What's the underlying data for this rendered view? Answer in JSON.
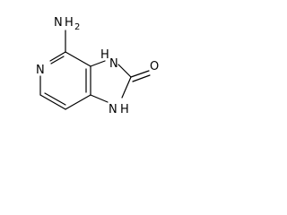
{
  "molecule": {
    "atoms": {
      "amine_n": "N",
      "amine_h2": "H",
      "amine_sub": "2",
      "ring_n_pyridine": "N",
      "ring_nh_top": "N",
      "ring_nh_top_h": "H",
      "ring_nh_bottom": "N",
      "ring_nh_bottom_h": "H",
      "carbonyl_o": "O"
    }
  },
  "colors": {
    "ink": "#000000",
    "background": "#ffffff"
  }
}
